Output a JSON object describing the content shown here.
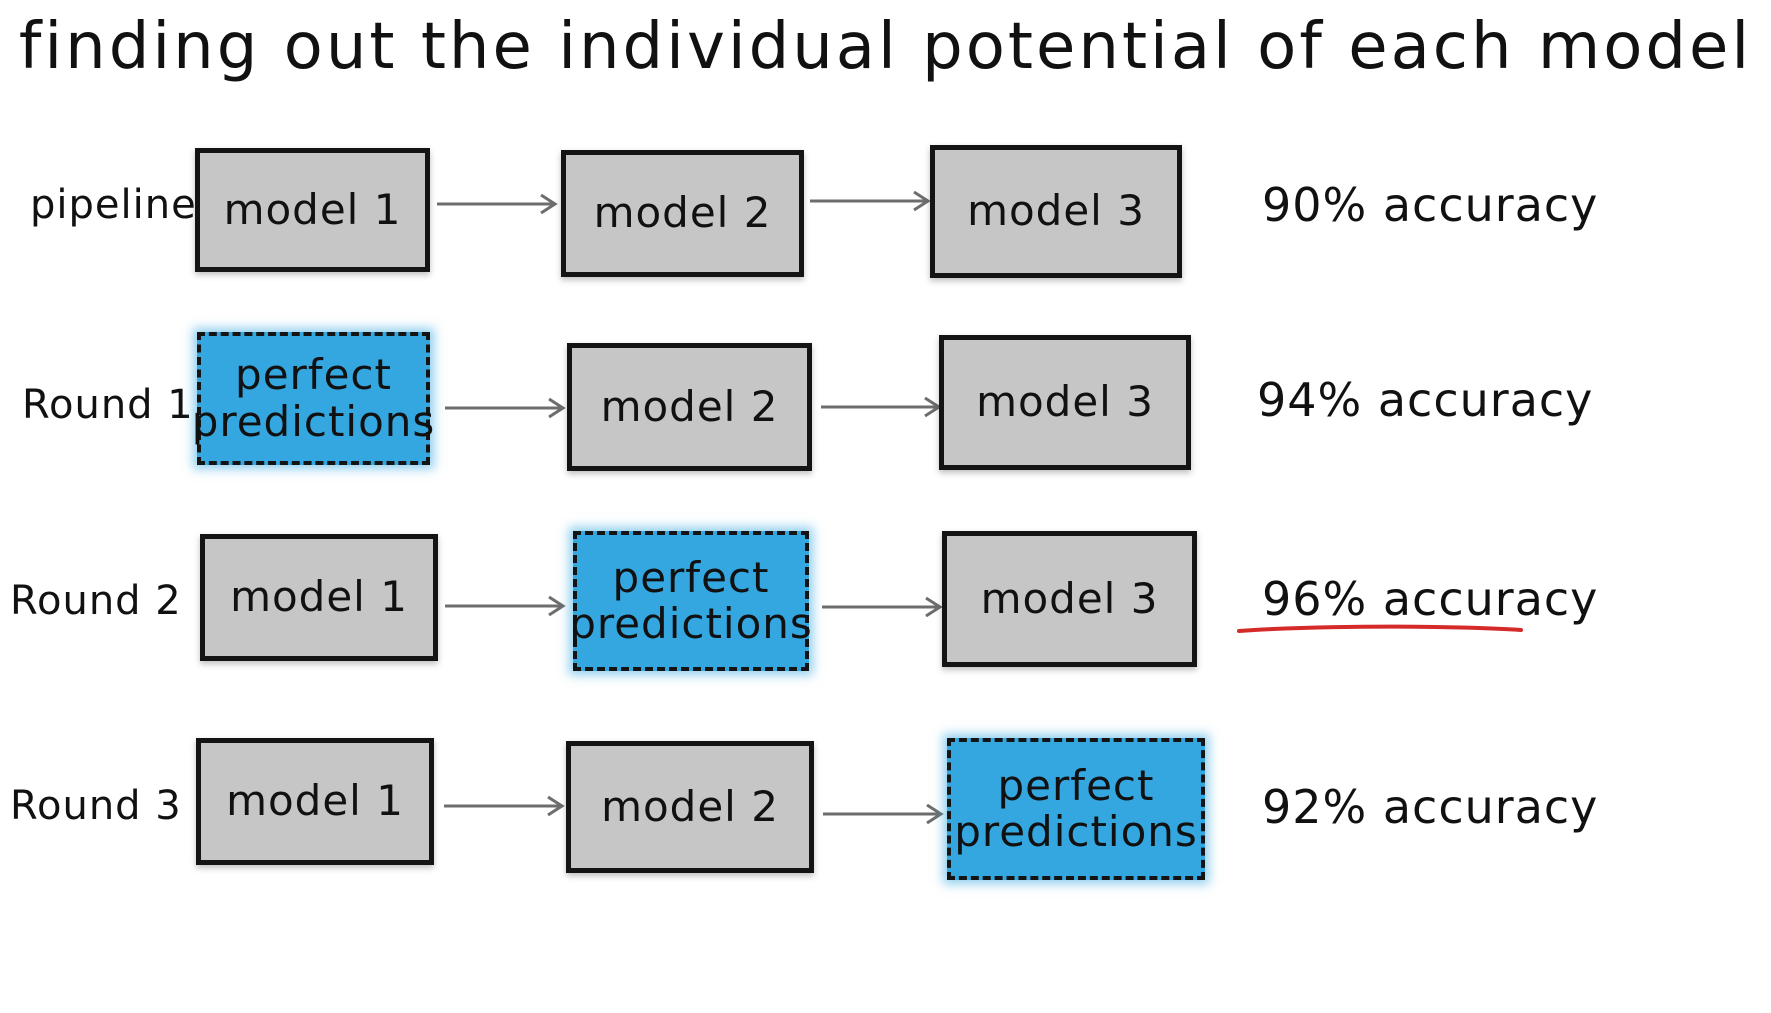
{
  "title": "finding out the individual potential of each model",
  "colors": {
    "model_fill": "#c6c6c6",
    "perfect_fill": "#35a7e0",
    "outline": "#141414",
    "arrow": "#6d6d6d",
    "highlight_underline": "#d42a2a"
  },
  "rows": [
    {
      "label": "pipeline",
      "boxes": [
        {
          "text": "model 1",
          "kind": "model"
        },
        {
          "text": "model 2",
          "kind": "model"
        },
        {
          "text": "model 3",
          "kind": "model"
        }
      ],
      "accuracy": "90% accuracy"
    },
    {
      "label": "Round 1",
      "boxes": [
        {
          "text": "perfect\npredictions",
          "kind": "perfect"
        },
        {
          "text": "model 2",
          "kind": "model"
        },
        {
          "text": "model 3",
          "kind": "model"
        }
      ],
      "accuracy": "94% accuracy"
    },
    {
      "label": "Round 2",
      "boxes": [
        {
          "text": "model 1",
          "kind": "model"
        },
        {
          "text": "perfect\npredictions",
          "kind": "perfect"
        },
        {
          "text": "model 3",
          "kind": "model"
        }
      ],
      "accuracy": "96% accuracy",
      "highlighted": true
    },
    {
      "label": "Round 3",
      "boxes": [
        {
          "text": "model 1",
          "kind": "model"
        },
        {
          "text": "model 2",
          "kind": "model"
        },
        {
          "text": "perfect\npredictions",
          "kind": "perfect"
        }
      ],
      "accuracy": "92% accuracy"
    }
  ]
}
